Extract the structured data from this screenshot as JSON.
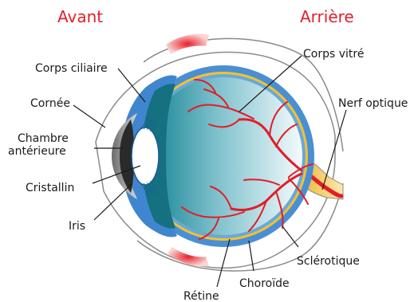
{
  "headings": {
    "front": "Avant",
    "back": "Arrière"
  },
  "labels": {
    "ciliary_body": "Corps ciliaire",
    "cornea": "Cornée",
    "anterior_chamber_line1": "Chambre",
    "anterior_chamber_line2": "antérieure",
    "lens": "Cristallin",
    "iris": "Iris",
    "vitreous_body": "Corps vitré",
    "optic_nerve": "Nerf optique",
    "sclera": "Sclérotique",
    "choroid": "Choroïde",
    "retina": "Rétine"
  },
  "colors": {
    "heading_red": "#e2202a",
    "sclera_blue": "#4a8fd3",
    "choroid_yellow": "#f2c230",
    "vessel_red": "#e01e28",
    "muscle_red": "#ee3a3a",
    "vitreous_teal": "#1f8c9b",
    "outline_gray": "#8a8a8a"
  }
}
